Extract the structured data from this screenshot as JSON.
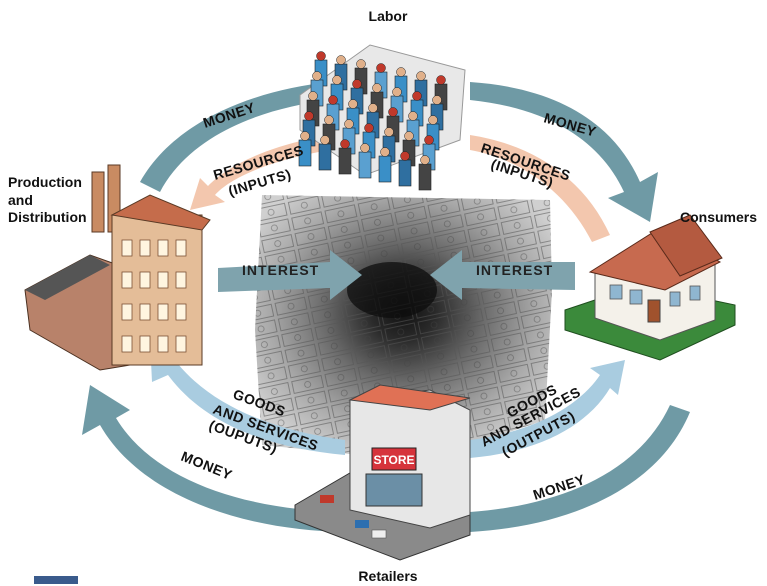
{
  "nodes": {
    "labor": "Labor",
    "production_line1": "Production",
    "production_line2": "and",
    "production_line3": "Distribution",
    "consumers": "Consumers",
    "retailers": "Retailers"
  },
  "flows": {
    "money_top_left": "MONEY",
    "money_top_right": "MONEY",
    "money_bottom_left": "MONEY",
    "money_bottom_right": "MONEY",
    "resources_left_line1": "RESOURCES",
    "resources_left_line2": "(INPUTS)",
    "resources_right_line1": "RESOURCES",
    "resources_right_line2": "(INPUTS)",
    "goods_left_line1": "GOODS",
    "goods_left_line2": "AND SERVICES",
    "goods_left_line3": "(OUPUTS)",
    "goods_right_line1": "GOODS",
    "goods_right_line2": "AND SERVICES",
    "goods_right_line3": "(OUTPUTS)",
    "interest_left": "INTEREST",
    "interest_right": "INTEREST"
  },
  "store_sign": "STORE",
  "colors": {
    "money_arrow": "#6f9aa5",
    "resources_arrow": "#f3c7ae",
    "goods_arrow": "#a9cce0",
    "interest_arrow": "#7fa3ad"
  }
}
